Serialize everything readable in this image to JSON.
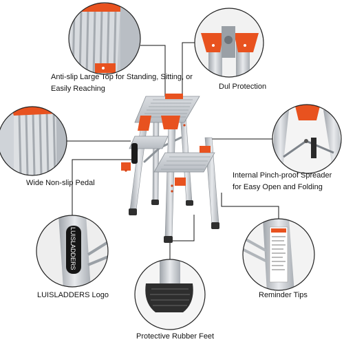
{
  "brand": {
    "logo_text": "LUISLADDERS"
  },
  "colors": {
    "accent": "#e8521f",
    "aluminum": "#cfd3d8",
    "rubber": "#2f2f2f",
    "leader": "#111111"
  },
  "callouts": {
    "top_left": {
      "icon": "ribbed-top-step",
      "label": "Anti-slip Large Top for Standing, Sitting, or Easily Reaching"
    },
    "top_right": {
      "icon": "hinge-protection",
      "label": "Dul Protection"
    },
    "mid_left": {
      "icon": "ribbed-pedal",
      "label": "Wide Non-slip Pedal"
    },
    "mid_right": {
      "icon": "spreader-bar",
      "label": "Internal Pinch-proof Spreader for Easy Open and Folding"
    },
    "bottom_left": {
      "icon": "logo-sticker",
      "label": "LUISLADDERS Logo"
    },
    "bottom_right": {
      "icon": "warning-label",
      "label": "Reminder Tips"
    },
    "bottom_center": {
      "icon": "rubber-foot",
      "label": "Protective Rubber Feet"
    }
  }
}
